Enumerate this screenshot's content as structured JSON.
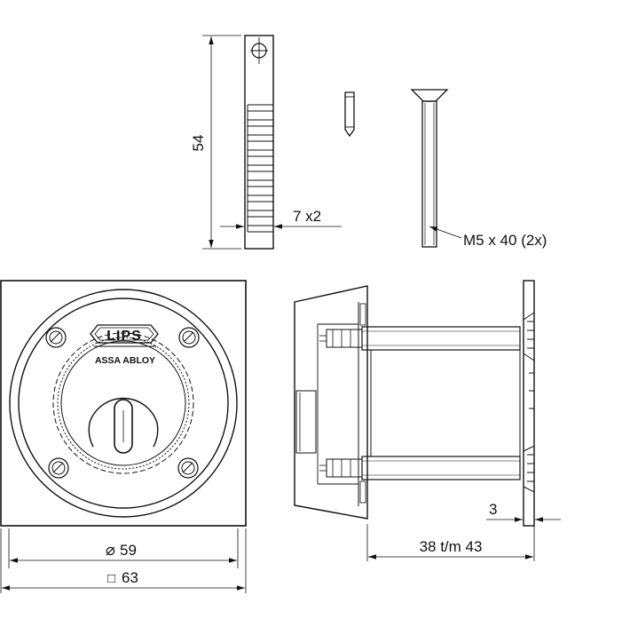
{
  "dimensions": {
    "strip_height": "54",
    "strip_thickness": "7 x2",
    "screw": "M5 x 40 (2x)",
    "diameter_prefix": "⌀",
    "diameter": "59",
    "square_prefix": "□",
    "square": "63",
    "flange": "3",
    "length_range": "38 t/m 43"
  },
  "logo": {
    "brand": "LIPS",
    "maker": "ASSA ABLOY"
  },
  "colors": {
    "line": "#111111",
    "background": "#ffffff"
  }
}
